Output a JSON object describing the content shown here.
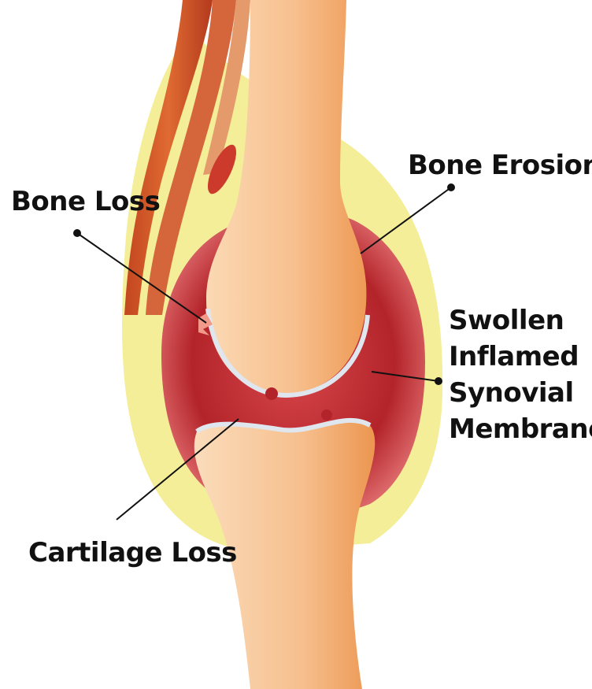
{
  "labels": {
    "bone_erosion": "Bone Erosion",
    "bone_loss": "Bone Loss",
    "synovial_line1": "Swollen",
    "synovial_line2": "Inflamed",
    "synovial_line3": "Synovial",
    "synovial_line4": "Membrane",
    "cartilage_loss": "Cartilage Loss"
  },
  "colors": {
    "bone": "#f6bf8c",
    "synovial_membrane": "#b8282c",
    "joint_capsule": "#f3ee97",
    "muscle": "#c9552a",
    "cartilage": "#dfe6ee"
  }
}
